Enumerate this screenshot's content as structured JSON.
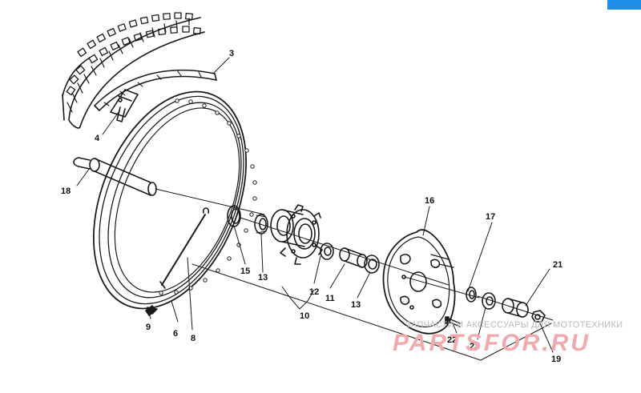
{
  "diagram": {
    "callouts": {
      "c3": "3",
      "c4": "4",
      "c18": "18",
      "c16": "16",
      "c17": "17",
      "c21": "21",
      "c15": "15",
      "c13a": "13",
      "c12": "12",
      "c11": "11",
      "c13b": "13",
      "c10": "10",
      "c9": "9",
      "c6": "6",
      "c8": "8",
      "c22": "22",
      "c23": "23",
      "c19": "19"
    }
  },
  "watermark": {
    "tagline": "ЗАПЧАСТИ И АКСЕССУАРЫ ДЛЯ МОТОТЕХНИКИ",
    "brand": "PARTSFOR.RU"
  },
  "colors": {
    "line": "#1a1a1a",
    "watermark_text": "#b9b9b9",
    "watermark_brand": "#f2a9ad",
    "corner_badge": "#1f8fe8"
  }
}
